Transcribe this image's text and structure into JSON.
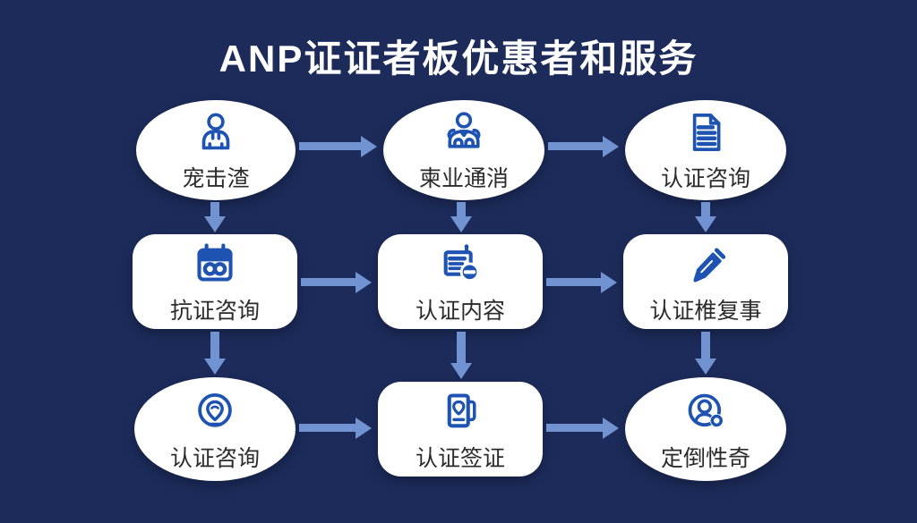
{
  "title": "ANP证证者板优惠者和服务",
  "colors": {
    "background": "#1c2b5a",
    "node_background": "#ffffff",
    "icon_blue": "#1e53b2",
    "arrow_blue": "#7193d1",
    "title_color": "#ffffff",
    "label_color": "#2b2b2b"
  },
  "nodes": [
    {
      "id": "node-1",
      "row": 1,
      "col": 1,
      "shape": "ellipse",
      "icon": "user-icon",
      "label": "宠击渣"
    },
    {
      "id": "node-2",
      "row": 1,
      "col": 2,
      "shape": "ellipse",
      "icon": "team-icon",
      "label": "柬业通消"
    },
    {
      "id": "node-3",
      "row": 1,
      "col": 3,
      "shape": "ellipse",
      "icon": "document-icon",
      "label": "认证咨询"
    },
    {
      "id": "node-4",
      "row": 2,
      "col": 1,
      "shape": "rounded-rect",
      "icon": "calendar-infinity-icon",
      "label": "抗证咨询"
    },
    {
      "id": "node-5",
      "row": 2,
      "col": 2,
      "shape": "rounded-rect",
      "icon": "clipboard-minus-icon",
      "label": "认证内容"
    },
    {
      "id": "node-6",
      "row": 2,
      "col": 3,
      "shape": "rounded-rect",
      "icon": "pencil-icon",
      "label": "认证椎复事"
    },
    {
      "id": "node-7",
      "row": 3,
      "col": 1,
      "shape": "ellipse",
      "icon": "location-pin-icon",
      "label": "认证咨询"
    },
    {
      "id": "node-8",
      "row": 3,
      "col": 2,
      "shape": "rounded-rect",
      "icon": "passport-stamp-icon",
      "label": "认证签证"
    },
    {
      "id": "node-9",
      "row": 3,
      "col": 3,
      "shape": "ellipse",
      "icon": "user-badge-icon",
      "label": "定倒性奇"
    }
  ],
  "connections": [
    {
      "from": "node-1",
      "to": "node-2",
      "direction": "right"
    },
    {
      "from": "node-2",
      "to": "node-3",
      "direction": "right"
    },
    {
      "from": "node-1",
      "to": "node-4",
      "direction": "down"
    },
    {
      "from": "node-2",
      "to": "node-5",
      "direction": "down"
    },
    {
      "from": "node-3",
      "to": "node-6",
      "direction": "down"
    },
    {
      "from": "node-4",
      "to": "node-5",
      "direction": "right"
    },
    {
      "from": "node-5",
      "to": "node-6",
      "direction": "right"
    },
    {
      "from": "node-4",
      "to": "node-7",
      "direction": "down"
    },
    {
      "from": "node-5",
      "to": "node-8",
      "direction": "down"
    },
    {
      "from": "node-6",
      "to": "node-9",
      "direction": "down"
    },
    {
      "from": "node-7",
      "to": "node-8",
      "direction": "right"
    },
    {
      "from": "node-8",
      "to": "node-9",
      "direction": "right"
    }
  ]
}
